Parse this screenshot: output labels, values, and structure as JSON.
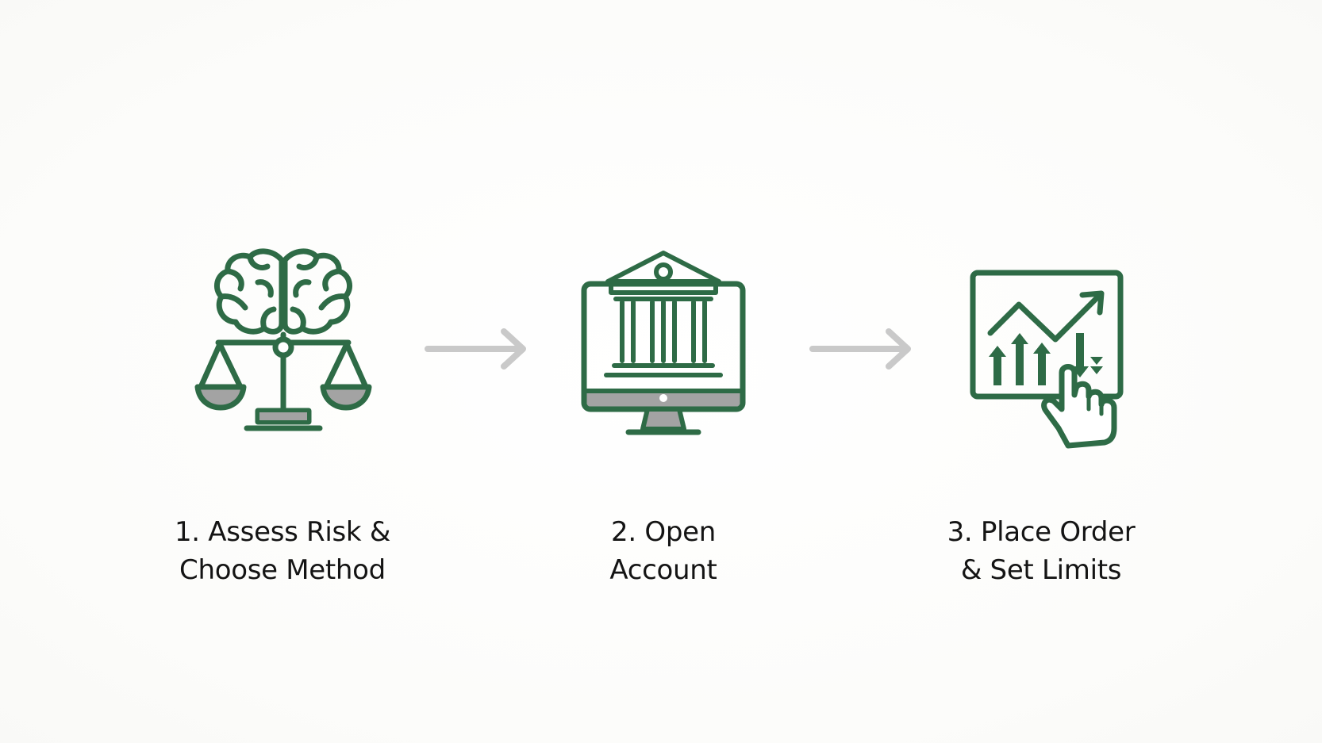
{
  "colors": {
    "icon_green": "#2e6b46",
    "arrow_gray": "#c9c9c9",
    "fill_gray": "#a3a3a3",
    "text": "#141414"
  },
  "steps": [
    {
      "icon": "brain-scales-icon",
      "label_lines": [
        "1. Assess Risk &",
        "Choose Method"
      ]
    },
    {
      "icon": "bank-computer-icon",
      "label_lines": [
        "2. Open",
        "Account"
      ]
    },
    {
      "icon": "chart-order-hand-icon",
      "label_lines": [
        "3. Place Order",
        "& Set Limits"
      ]
    }
  ],
  "connectors": [
    "arrow-right-icon",
    "arrow-right-icon"
  ]
}
